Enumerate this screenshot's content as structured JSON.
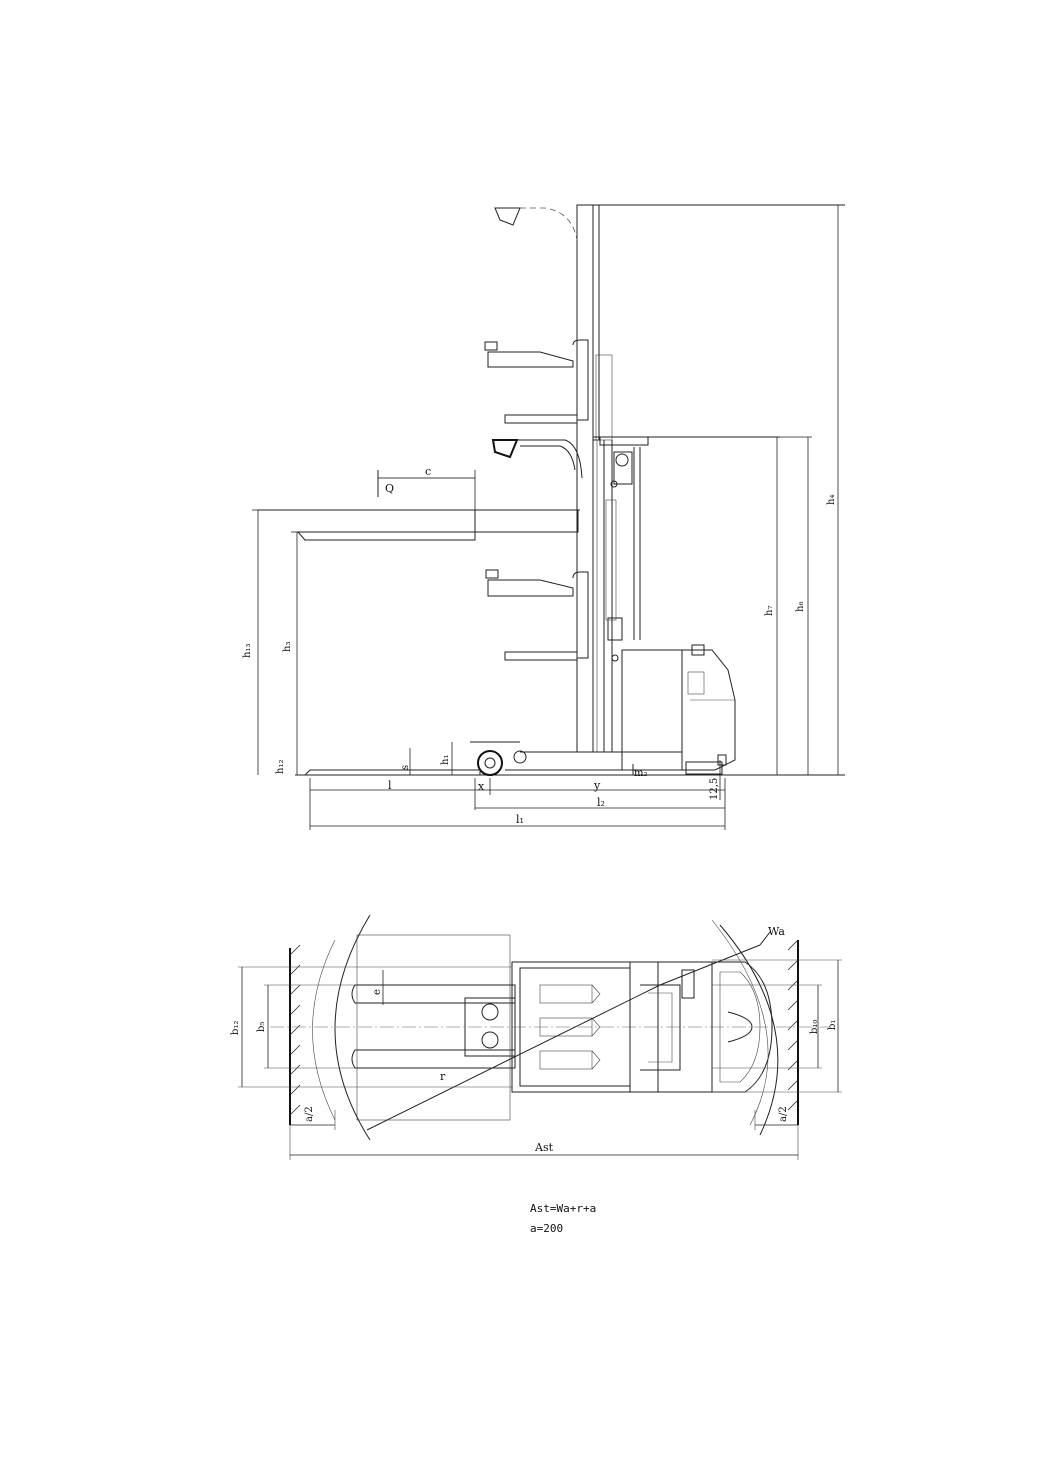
{
  "side_view": {
    "labels": {
      "Q": "Q",
      "c": "c",
      "h3": "h₃",
      "h12": "h₁₂",
      "h13": "h₁₃",
      "s": "s",
      "h1": "h₁",
      "h4": "h₄",
      "h6": "h₆",
      "h7": "h₇",
      "l": "l",
      "x": "x",
      "y": "y",
      "l2": "l₂",
      "l1": "l₁",
      "m2": "m₂",
      "v125": "12,5"
    }
  },
  "top_view": {
    "labels": {
      "Wa": "Wa",
      "e": "e",
      "b12": "b₁₂",
      "b5": "b₅",
      "b10": "b₁₀",
      "b1": "b₁",
      "r": "r",
      "a_left": "a/2",
      "a_right": "a/2",
      "Ast": "Ast"
    }
  },
  "formula": {
    "line1": "Ast=Wa+r+a",
    "line2": "a=200"
  }
}
